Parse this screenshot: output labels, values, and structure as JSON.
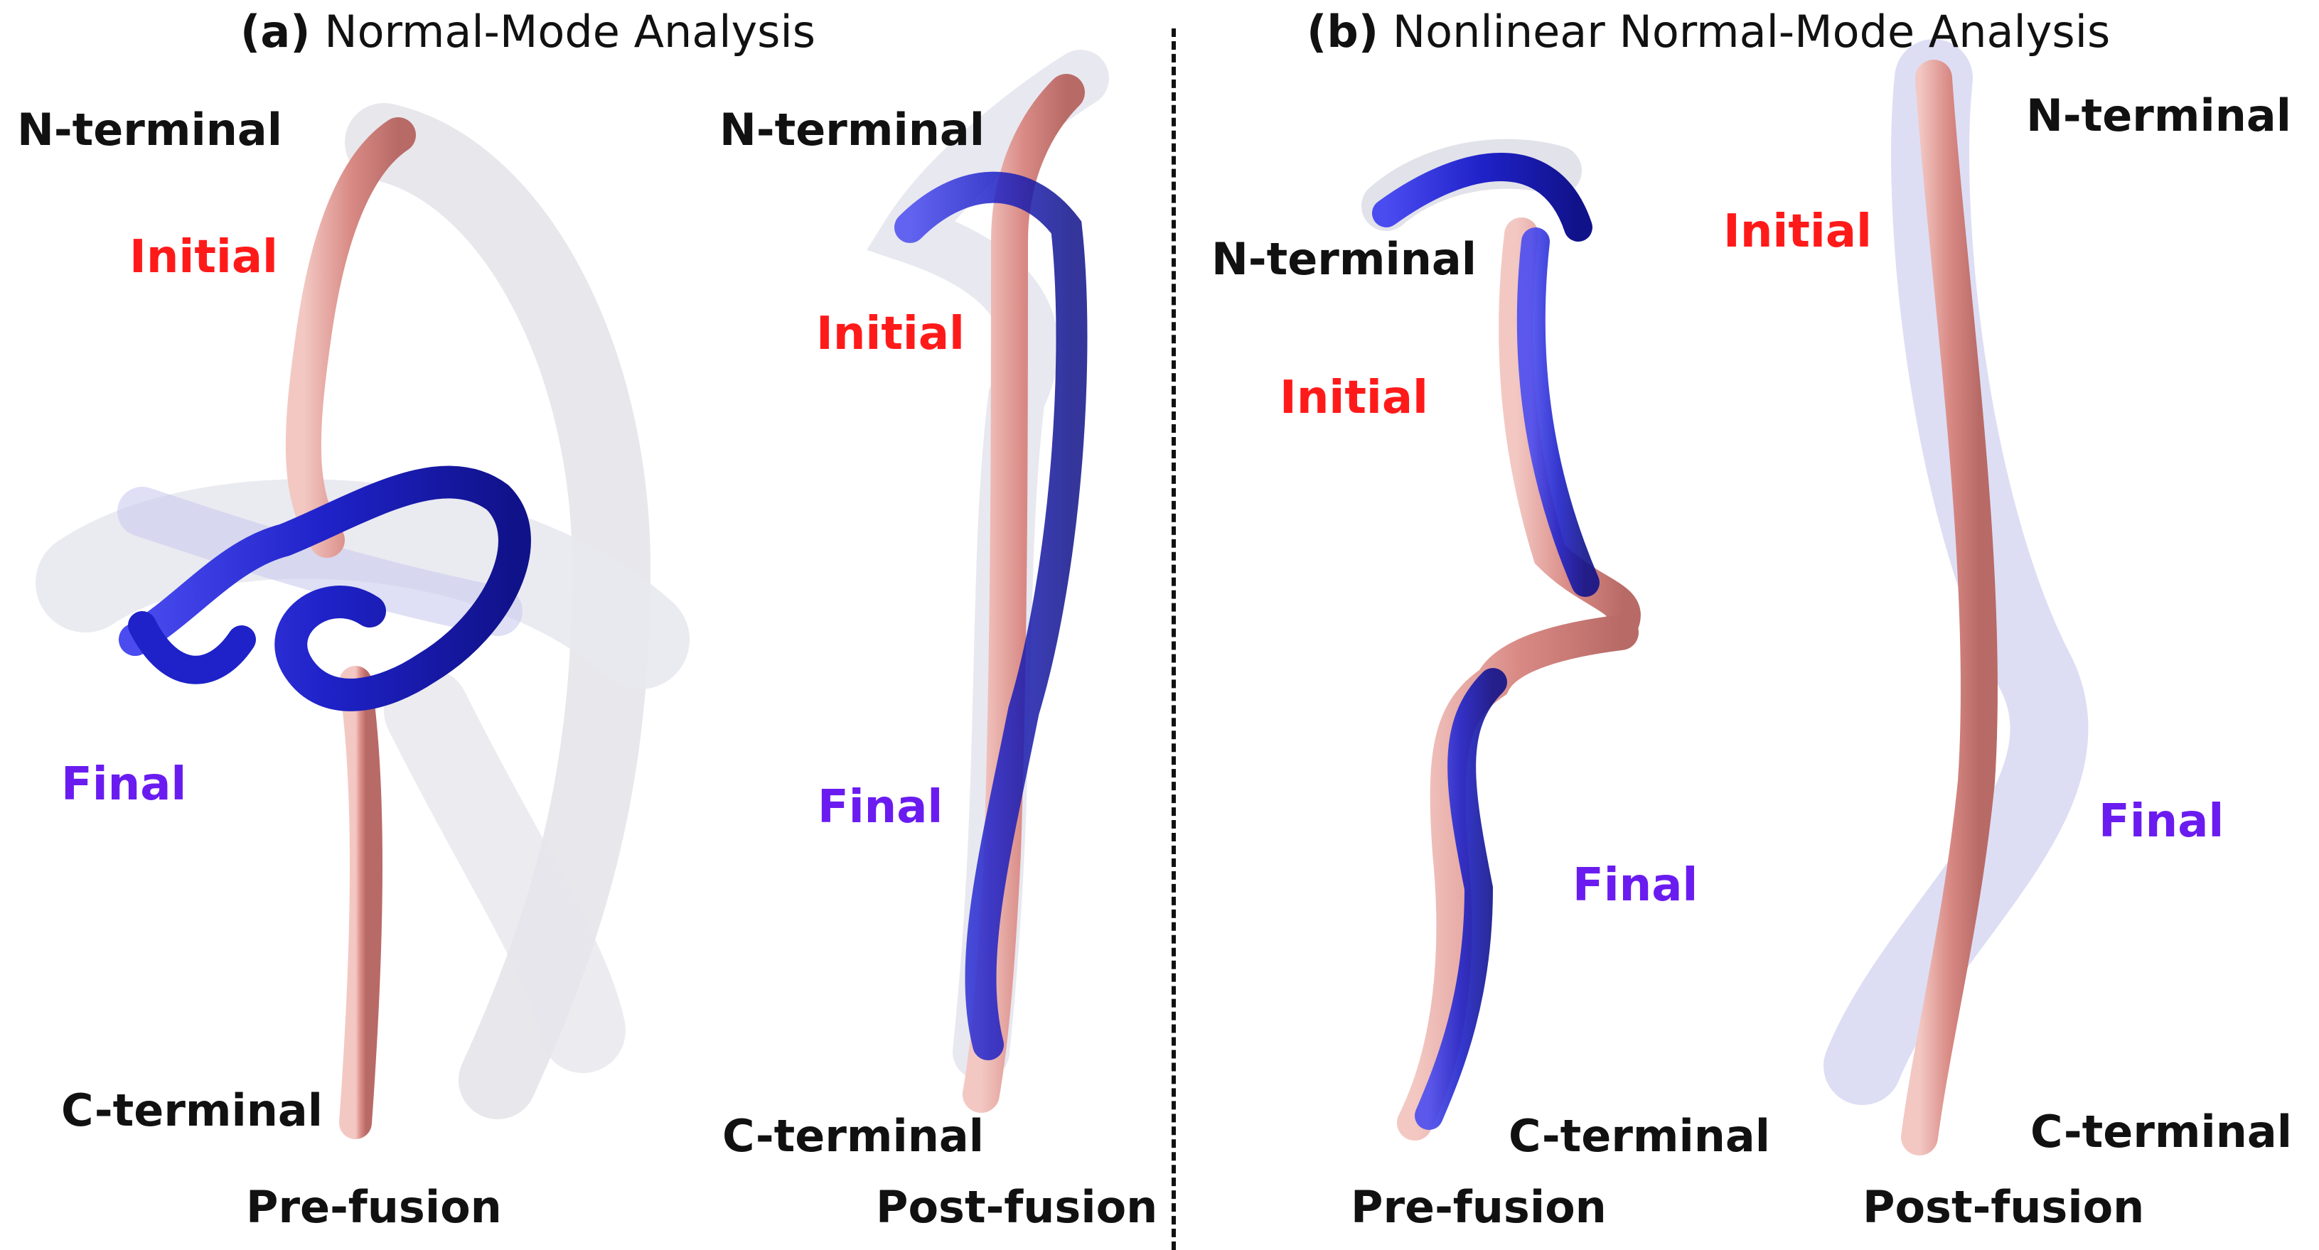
{
  "panel_a": {
    "tag": "(a)",
    "title": "Normal-Mode Analysis",
    "pre": {
      "n_terminal": "N-terminal",
      "c_terminal": "C-terminal",
      "initial": "Initial",
      "final": "Final",
      "caption": "Pre-fusion"
    },
    "post": {
      "n_terminal": "N-terminal",
      "c_terminal": "C-terminal",
      "initial": "Initial",
      "final": "Final",
      "caption": "Post-fusion"
    }
  },
  "panel_b": {
    "tag": "(b)",
    "title": "Nonlinear Normal-Mode Analysis",
    "pre": {
      "n_terminal": "N-terminal",
      "c_terminal": "C-terminal",
      "initial": "Initial",
      "final": "Final",
      "caption": "Pre-fusion"
    },
    "post": {
      "n_terminal": "N-terminal",
      "c_terminal": "C-terminal",
      "initial": "Initial",
      "final": "Final",
      "caption": "Post-fusion"
    }
  },
  "colors": {
    "initial": "#ff1a1a",
    "final": "#6a1cf0",
    "initial_structure": "#d98a85",
    "final_structure": "#1f22c8",
    "intermediate": "#d8d8e4"
  },
  "icons": [
    "protein-helix-ribbon"
  ]
}
